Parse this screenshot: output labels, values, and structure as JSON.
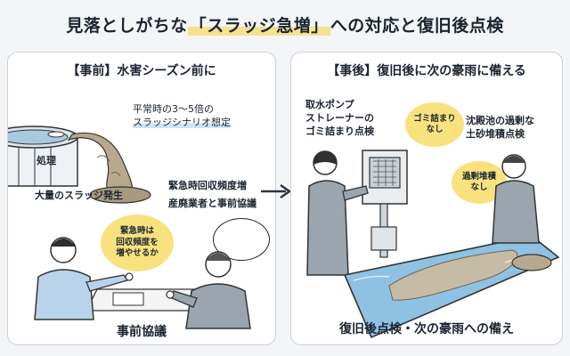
{
  "title": {
    "prefix": "見落としがちな",
    "highlight": "「スラッジ急増」",
    "suffix": "への対応と復旧後点検"
  },
  "left_panel": {
    "heading": "【事前】水害シーズン前に",
    "scenario_line1": "平常時の3〜5倍の",
    "scenario_line2": "スラッジシナリオ想定",
    "processing_label": "処理",
    "sludge_label": "大量のスラッジ発生",
    "arrow_label1": "緊急時回収頻度増",
    "arrow_label2": "産廃業者と事前協議",
    "bubble_text": "緊急時は\n回収頻度を\n増やせるか",
    "caption": "事前協議"
  },
  "right_panel": {
    "heading": "【事後】復旧後に次の豪雨に備える",
    "pump_label1": "取水ポンプ",
    "pump_label2": "ストレーナーの",
    "pump_label3": "ゴミ詰まり点検",
    "bubble1": "ゴミ詰まり\nなし",
    "basin_label1": "沈殿池の過剰な",
    "basin_label2": "土砂堆積点検",
    "bubble2": "過剰堆積\nなし",
    "caption": "復旧後点検・次の豪雨への備え"
  },
  "colors": {
    "highlight_yellow": "#f3e38f",
    "bubble_yellow": "#f8e27e",
    "water_blue": "#8fc1e3",
    "panel_border": "#c9d1da"
  }
}
